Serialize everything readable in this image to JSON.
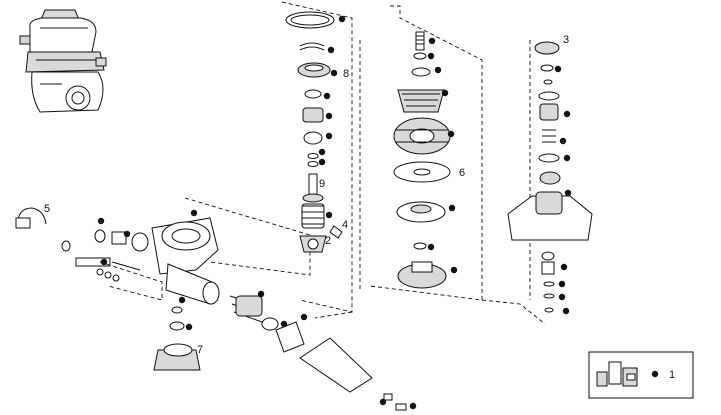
{
  "callouts": {
    "c1": "1",
    "c2": "2",
    "c3": "3",
    "c4": "4",
    "c5": "5",
    "c6": "6",
    "c7": "7",
    "c8": "8",
    "c9": "9"
  },
  "colors": {
    "line": "#111111",
    "shade": "#d9d9d9",
    "marker": "#111111"
  }
}
